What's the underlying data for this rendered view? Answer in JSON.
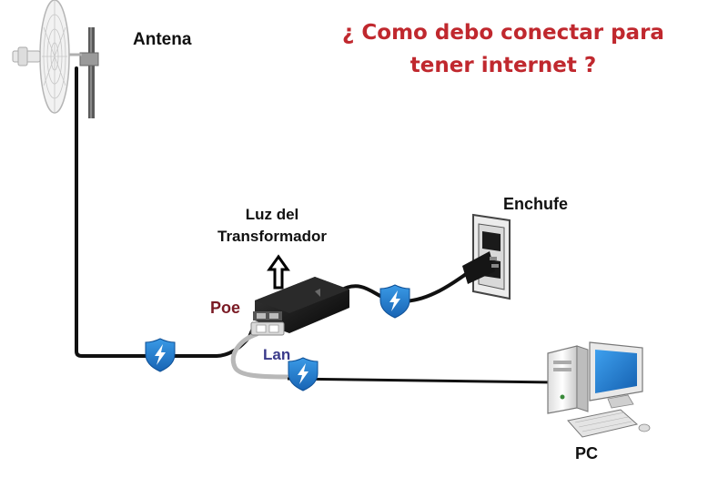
{
  "title": {
    "line1": "¿ Como debo conectar para",
    "line2": "tener internet ?"
  },
  "labels": {
    "antenna": "Antena",
    "transformer_light_line1": "Luz del",
    "transformer_light_line2": "Transformador",
    "outlet": "Enchufe",
    "poe": "Poe",
    "lan": "Lan",
    "pc": "PC"
  },
  "icons": {
    "cable_badge": "lightning-shield-icon",
    "indicator": "up-arrow-icon"
  },
  "colors": {
    "title": "#c0282e",
    "poe_label": "#7a1a24",
    "lan_label": "#3a3a8a",
    "badge": "#1f7fd0",
    "cable": "#111111",
    "lan_cable": "#b8b8b8",
    "text": "#111111"
  }
}
